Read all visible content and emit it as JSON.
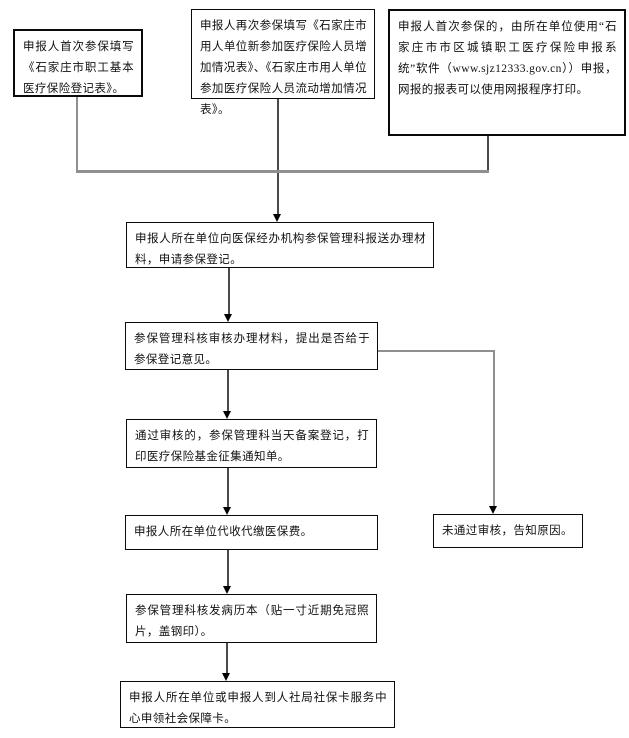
{
  "document": {
    "kind": "flowchart",
    "language": "zh-CN",
    "topic": "石家庄市职工基本医疗保险参保登记办理流程"
  },
  "style": {
    "background": "#ffffff",
    "box_border_color": "#0a0a0a",
    "text_color": "#111111",
    "connector_gray": "#8f8f8f",
    "connector_dark": "#4a4a4a",
    "arrowhead_color": "#000000"
  },
  "nodes": [
    {
      "id": "first-enrollment-form",
      "text": "申报人首次参保填写《石家庄市职工基本医疗保险登记表》。"
    },
    {
      "id": "re-enrollment-forms",
      "text": "申报人再次参保填写《石家庄市用人单位新参加医疗保险人员增加情况表》、《石家庄市用人单位参加医疗保险人员流动增加情况表》。"
    },
    {
      "id": "online-declaration-note",
      "text": "申报人首次参保的，由所在单位使用“石家庄市市区城镇职工医疗保险申报系统”软件（www.sjz12333.gov.cn））申报，网报的报表可以使用网报程序打印。"
    },
    {
      "id": "submit-materials",
      "text": "申报人所在单位向医保经办机构参保管理科报送办理材料，申请参保登记。"
    },
    {
      "id": "review-materials",
      "text": "参保管理科核审核办理材料，提出是否给于参保登记意见。"
    },
    {
      "id": "approved-registration",
      "text": "通过审核的，参保管理科当天备案登记，打印医疗保险基金征集通知单。"
    },
    {
      "id": "collect-premiums",
      "text": "申报人所在单位代收代缴医保费。"
    },
    {
      "id": "issue-medical-record-book",
      "text": "参保管理科核发病历本（贴一寸近期免冠照片，盖钢印）。"
    },
    {
      "id": "apply-social-security-card",
      "text": "申报人所在单位或申报人到人社局社保卡服务中心申领社会保障卡。"
    },
    {
      "id": "review-failed",
      "text": "未通过审核，告知原因。"
    }
  ]
}
